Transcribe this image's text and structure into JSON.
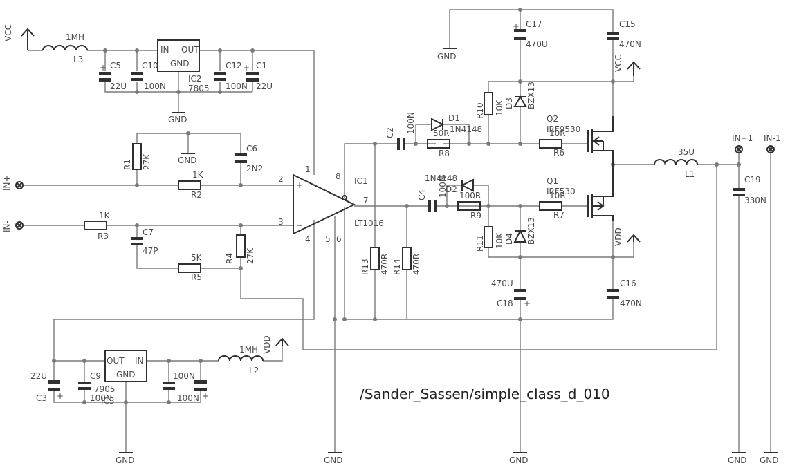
{
  "labels": {
    "vcc": "VCC",
    "vdd": "VDD",
    "gnd": "GND",
    "in_pos": "IN+",
    "in_neg": "IN-",
    "in_p1": "IN+1",
    "in_m1": "IN-1",
    "mh": "1MH",
    "l3": "L3",
    "l2": "L2",
    "l1": "L1",
    "u35": "35U",
    "c5": "C5",
    "c10": "C10",
    "c12": "C12",
    "c1": "C1",
    "c3": "C3",
    "c9": "C9",
    "c2": "C2",
    "c4": "C4",
    "c6": "C6",
    "c7": "C7",
    "c15": "C15",
    "c16": "C16",
    "c17": "C17",
    "c18": "C18",
    "c19": "C19",
    "v22u": "22U",
    "v100n": "100N",
    "v470u": "470U",
    "v470n": "470N",
    "v2n2": "2N2",
    "v47p": "47P",
    "v330n": "330N",
    "ic2": "IC2",
    "ic3": "IC3",
    "v7805": "7805",
    "v7905": "7905",
    "pin_in": "IN",
    "pin_out": "OUT",
    "pin_gnd": "GND",
    "r1": "R1",
    "r2": "R2",
    "r3": "R3",
    "r4": "R4",
    "r5": "R5",
    "r6": "R6",
    "r7": "R7",
    "r8": "R8",
    "r9": "R9",
    "r10": "R10",
    "r11": "R11",
    "r13": "R13",
    "r14": "R14",
    "v27k": "27K",
    "v1k": "1K",
    "v5k": "5K",
    "v10k": "10K",
    "v10r": "10R",
    "v50r": "50R",
    "v100r": "100R",
    "v470r": "470R",
    "d1": "D1",
    "d2": "D2",
    "d3": "D3",
    "d4": "D4",
    "n4148": "1N4148",
    "bzx": "BZX13",
    "q1": "Q1",
    "q2": "Q2",
    "irf530": "IRF530",
    "irf9530": "IRF9530",
    "ic1": "IC1",
    "lt1016": "LT1016",
    "plus": "+",
    "minus": "−",
    "p1": "1",
    "p2": "2",
    "p3": "3",
    "p4": "4",
    "p5": "5",
    "p6": "6",
    "p7": "7",
    "p8": "8",
    "credit": "/Sander_Sassen/simple_class_d_010"
  }
}
